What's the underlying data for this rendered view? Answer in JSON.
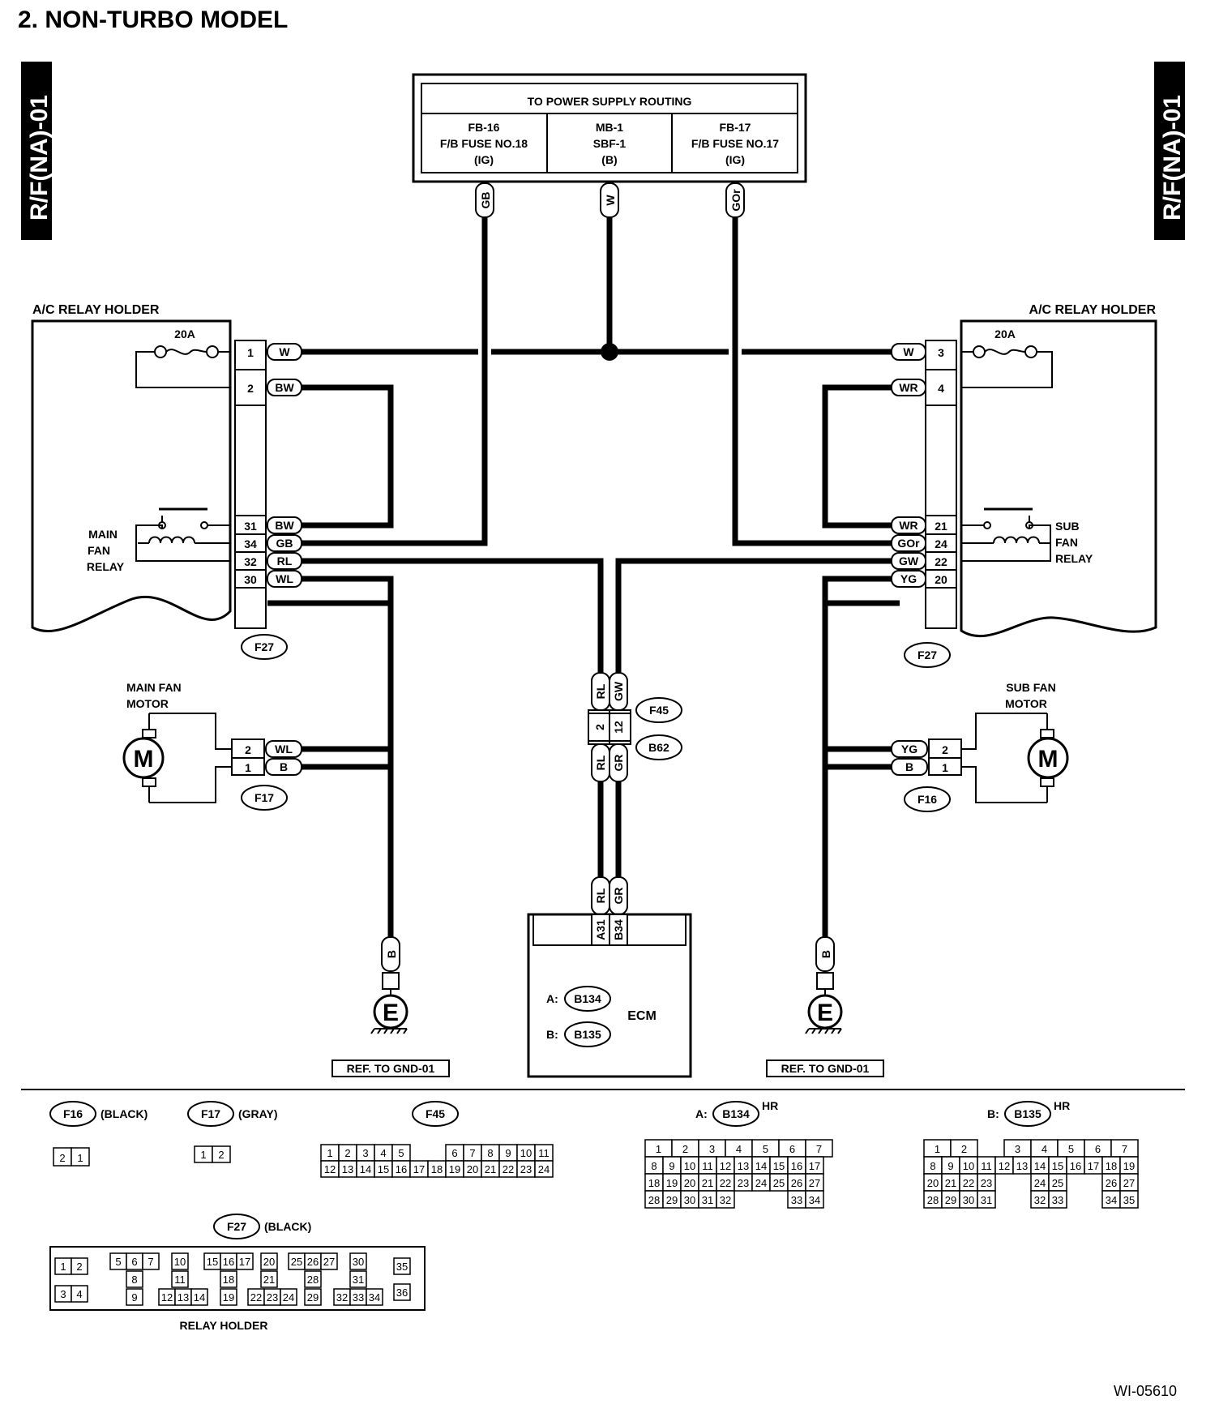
{
  "title": "2.  NON-TURBO MODEL",
  "side_tab": "R/F(NA)-01",
  "power_supply": {
    "header": "TO POWER SUPPLY ROUTING",
    "cells": [
      {
        "l1": "FB-16",
        "l2": "F/B FUSE NO.18",
        "l3": "(IG)",
        "wire": "GB"
      },
      {
        "l1": "MB-1",
        "l2": "SBF-1",
        "l3": "(B)",
        "wire": "W"
      },
      {
        "l1": "FB-17",
        "l2": "F/B FUSE NO.17",
        "l3": "(IG)",
        "wire": "GOr"
      }
    ]
  },
  "left": {
    "holder_label": "A/C RELAY HOLDER",
    "fuse": "20A",
    "relay": [
      "MAIN",
      "FAN",
      "RELAY"
    ],
    "connector": "F27",
    "pins_top": [
      {
        "pin": "1",
        "wire": "W"
      },
      {
        "pin": "2",
        "wire": "BW"
      }
    ],
    "pins_relay": [
      {
        "pin": "31",
        "wire": "BW"
      },
      {
        "pin": "34",
        "wire": "GB"
      },
      {
        "pin": "32",
        "wire": "RL"
      },
      {
        "pin": "30",
        "wire": "WL"
      }
    ],
    "motor_label": [
      "MAIN FAN",
      "MOTOR"
    ],
    "motor_symbol": "M",
    "motor_connector": "F17",
    "motor_pins": [
      {
        "pin": "2",
        "wire": "WL"
      },
      {
        "pin": "1",
        "wire": "B"
      }
    ],
    "ground_wire": "B",
    "ground_symbol": "E",
    "ground_ref": "REF. TO GND-01"
  },
  "right": {
    "holder_label": "A/C RELAY HOLDER",
    "fuse": "20A",
    "relay": [
      "SUB",
      "FAN",
      "RELAY"
    ],
    "connector": "F27",
    "pins_top": [
      {
        "pin": "3",
        "wire": "W"
      },
      {
        "pin": "4",
        "wire": "WR"
      }
    ],
    "pins_relay": [
      {
        "pin": "21",
        "wire": "WR"
      },
      {
        "pin": "24",
        "wire": "GOr"
      },
      {
        "pin": "22",
        "wire": "GW"
      },
      {
        "pin": "20",
        "wire": "YG"
      }
    ],
    "motor_label": [
      "SUB FAN",
      "MOTOR"
    ],
    "motor_symbol": "M",
    "motor_connector": "F16",
    "motor_pins": [
      {
        "pin": "2",
        "wire": "YG"
      },
      {
        "pin": "1",
        "wire": "B"
      }
    ],
    "ground_wire": "B",
    "ground_symbol": "E",
    "ground_ref": "REF. TO GND-01"
  },
  "center": {
    "wires_top": [
      "RL",
      "GW"
    ],
    "pins": [
      "2",
      "12"
    ],
    "wires_bottom": [
      "RL",
      "GR"
    ],
    "connector_top": "F45",
    "connector_bottom": "B62",
    "ecm_wires": [
      "RL",
      "GR"
    ],
    "ecm_pins": [
      "A31",
      "B34"
    ],
    "ecm_label": "ECM",
    "ecm_conn_a_prefix": "A:",
    "ecm_conn_a": "B134",
    "ecm_conn_b_prefix": "B:",
    "ecm_conn_b": "B135"
  },
  "legend": {
    "f16": {
      "name": "F16",
      "color": "(BLACK)",
      "pins": [
        "2",
        "1"
      ]
    },
    "f17": {
      "name": "F17",
      "color": "(GRAY)",
      "pins": [
        "1",
        "2"
      ]
    },
    "f45": {
      "name": "F45",
      "row1": [
        "1",
        "2",
        "3",
        "4",
        "5",
        "6",
        "7",
        "8",
        "9",
        "10",
        "11"
      ],
      "row2": [
        "12",
        "13",
        "14",
        "15",
        "16",
        "17",
        "18",
        "19",
        "20",
        "21",
        "22",
        "23",
        "24"
      ]
    },
    "b134": {
      "prefix": "A:",
      "name": "B134",
      "tag": "HR",
      "rows": [
        [
          "1",
          "2",
          "3",
          "4",
          "5",
          "6",
          "7"
        ],
        [
          "8",
          "9",
          "10",
          "11",
          "12",
          "13",
          "14",
          "15",
          "16",
          "17"
        ],
        [
          "18",
          "19",
          "20",
          "21",
          "22",
          "23",
          "24",
          "25",
          "26",
          "27"
        ],
        [
          "28",
          "29",
          "30",
          "31",
          "32",
          "",
          "",
          "",
          "33",
          "34"
        ]
      ]
    },
    "b135": {
      "prefix": "B:",
      "name": "B135",
      "tag": "HR",
      "rows": [
        [
          "1",
          "2",
          "",
          "3",
          "4",
          "5",
          "6",
          "7"
        ],
        [
          "8",
          "9",
          "10",
          "11",
          "12",
          "13",
          "14",
          "15",
          "16",
          "17",
          "18",
          "19"
        ],
        [
          "20",
          "21",
          "22",
          "23",
          "",
          "",
          "24",
          "25",
          "",
          "",
          "26",
          "27"
        ],
        [
          "28",
          "29",
          "30",
          "31",
          "",
          "",
          "32",
          "33",
          "",
          "",
          "34",
          "35"
        ]
      ]
    },
    "f27": {
      "name": "F27",
      "color": "(BLACK)",
      "caption": "RELAY HOLDER",
      "groups": [
        [
          "1",
          "2",
          "3",
          "4"
        ],
        [
          "5",
          "6",
          "7",
          "8",
          "9"
        ],
        [
          "10",
          "11",
          "12",
          "13",
          "14"
        ],
        [
          "15",
          "16",
          "17",
          "18",
          "19"
        ],
        [
          "20",
          "21",
          "22",
          "23",
          "24"
        ],
        [
          "25",
          "26",
          "27",
          "28",
          "29"
        ],
        [
          "30",
          "31",
          "32",
          "33",
          "34"
        ],
        [
          "35",
          "36"
        ]
      ]
    }
  },
  "doc_id": "WI-05610"
}
